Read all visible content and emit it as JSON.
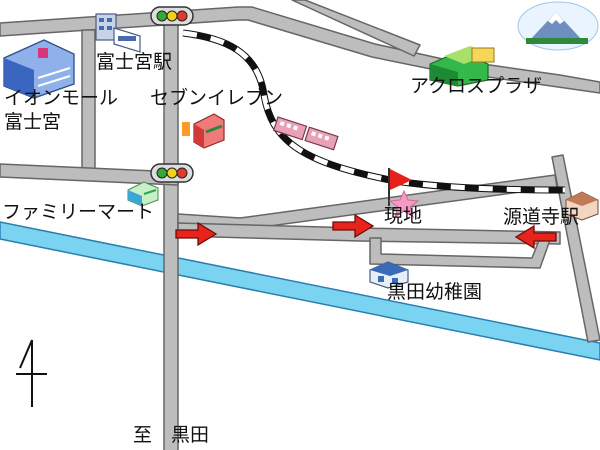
{
  "map": {
    "labels": {
      "fuji_station": "富士宮駅",
      "aeon_line1": "イオンモール",
      "aeon_line2": "富士宮",
      "seven_eleven": "セブンイレブン",
      "across_plaza": "アクロスプラザ",
      "family_mart": "ファミリーマート",
      "site": "現地",
      "genduji_station": "源道寺駅",
      "kindergarten": "黒田幼稚園",
      "to_kuroda": "至　黒田"
    },
    "icons": {
      "aeon": "shopping-mall-icon",
      "station": "station-building-icon",
      "seven": "convenience-store-icon",
      "across": "supermarket-icon",
      "family": "convenience-store-icon",
      "train": "train-icon",
      "flag": "site-flag-icon",
      "star": "site-star-icon",
      "kinder": "kindergarten-icon",
      "genduji": "station-house-icon",
      "mountain": "mount-fuji-icon",
      "north": "north-arrow-icon",
      "signal": "traffic-light-icon",
      "arrow": "direction-arrow-icon"
    },
    "colors": {
      "road": "#bdbdbd",
      "road_edge": "#666666",
      "river": "#7ad3f0",
      "river_edge": "#2a7fb0",
      "rail_black": "#111111",
      "arrow_red": "#e8231c",
      "flag_red": "#e4221b",
      "star_pink": "#f59ac4",
      "text": "#111111"
    }
  }
}
